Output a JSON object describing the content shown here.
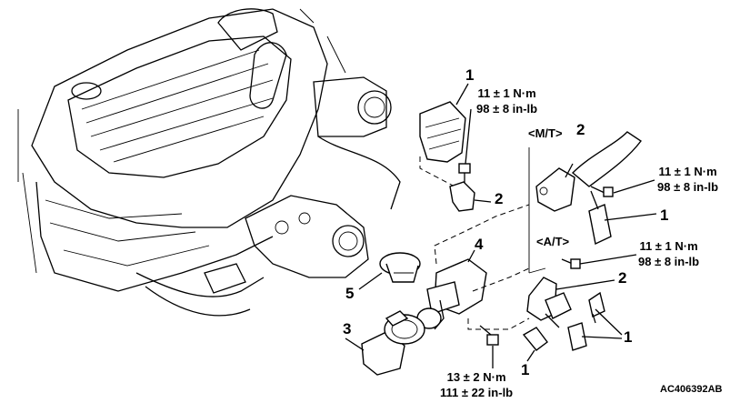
{
  "callouts": {
    "hose_top": "1",
    "bracket_mt": "2",
    "hose_mt": "1",
    "clamp_left": "2",
    "bracket_at": "2",
    "hoses_at": "1",
    "hose_bottom": "1",
    "hose_inlet": "3",
    "housing": "4",
    "thermostat": "5"
  },
  "torques": {
    "top": {
      "line1": "11 ± 1 N·m",
      "line2": "98 ± 8 in-lb"
    },
    "mt": {
      "line1": "11 ± 1 N·m",
      "line2": "98 ± 8 in-lb"
    },
    "at": {
      "line1": "11 ± 1 N·m",
      "line2": "98 ± 8 in-lb"
    },
    "bottom": {
      "line1": "13 ± 2 N·m",
      "line2": "111 ± 22 in-lb"
    }
  },
  "labels": {
    "mt": "<M/T>",
    "at": "<A/T>",
    "code": "AC406392AB"
  }
}
